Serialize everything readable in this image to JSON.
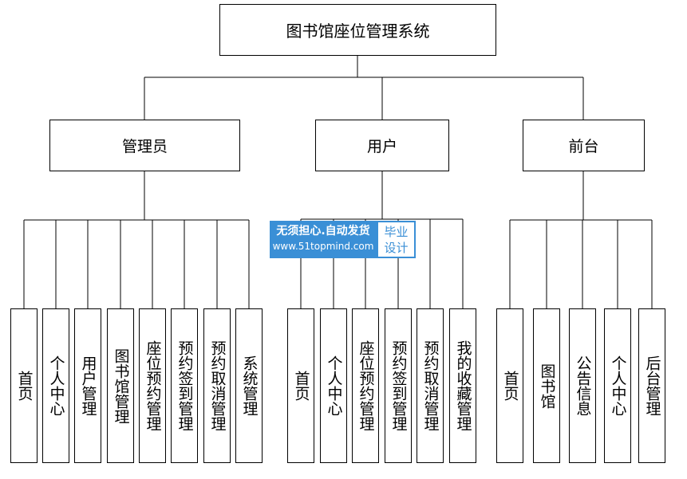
{
  "root": {
    "label": "图书馆座位管理系统"
  },
  "branches": [
    {
      "label": "管理员",
      "children": [
        "首页",
        "个人中心",
        "用户管理",
        "图书馆管理",
        "座位预约管理",
        "预约签到管理",
        "预约取消管理",
        "系统管理"
      ]
    },
    {
      "label": "用户",
      "children": [
        "首页",
        "个人中心",
        "座位预约管理",
        "预约签到管理",
        "预约取消管理",
        "我的收藏管理"
      ]
    },
    {
      "label": "前台",
      "children": [
        "首页",
        "图书馆",
        "公告信息",
        "个人中心",
        "后台管理"
      ]
    }
  ],
  "watermark": {
    "line1": "无须担心.自动发货",
    "line2": "www.51topmind.com",
    "badge": "毕业设计"
  }
}
